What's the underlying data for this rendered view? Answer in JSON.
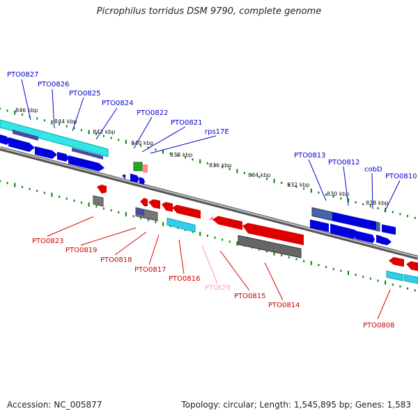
{
  "title": "Picrophilus torridus DSM 9790, complete genome",
  "footer": {
    "accession": "Accession: NC_005877",
    "summary": "Topology: circular; Length: 1,545,895 bp; Genes: 1,583"
  },
  "colors": {
    "forward_gene": "#0000dd",
    "reverse_gene": "#dd0000",
    "trna": "#ff99cc",
    "cds_forward": "#00dddd",
    "cds_reverse": "#777777",
    "backbone": "#888888",
    "scale_dots": "#008000"
  },
  "scale_ticks": [
    "846 kbp",
    "844 kbp",
    "842 kbp",
    "840 kbp",
    "838 kbp",
    "836 kbp",
    "834 kbp",
    "832 kbp",
    "830 kbp",
    "828 kbp"
  ],
  "labels_top": [
    "PTO0827",
    "PTO0826",
    "PTO0825",
    "PTO0824",
    "PTO0822",
    "PTO0821",
    "rps17E",
    "PTO0813",
    "PTO0812",
    "cobD",
    "PTO0810"
  ],
  "labels_bottom": [
    "PTO0823",
    "PTO0819",
    "PTO0818",
    "PTO0817",
    "PTO0816",
    "PTOt29",
    "PTO0815",
    "PTO0814",
    "PTO0808"
  ]
}
